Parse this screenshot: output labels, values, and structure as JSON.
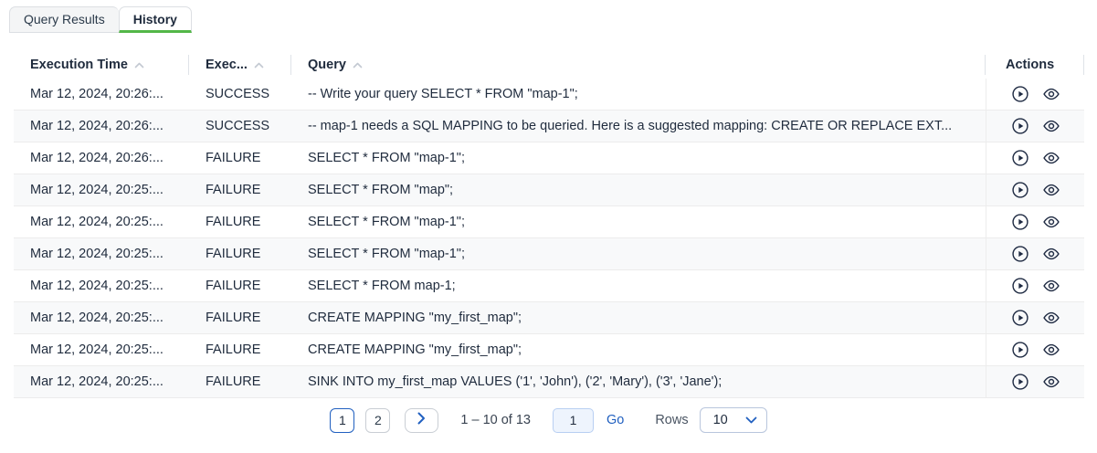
{
  "tabs": {
    "query_results": "Query Results",
    "history": "History"
  },
  "table": {
    "headers": {
      "execution_time": "Execution Time",
      "execution_status": "Exec...",
      "query": "Query",
      "actions": "Actions"
    },
    "rows": [
      {
        "time": "Mar 12, 2024, 20:26:...",
        "status": "SUCCESS",
        "query": "-- Write your query SELECT * FROM \"map-1\";"
      },
      {
        "time": "Mar 12, 2024, 20:26:...",
        "status": "SUCCESS",
        "query": "-- map-1 needs a SQL MAPPING to be queried. Here is a suggested mapping: CREATE OR REPLACE EXT..."
      },
      {
        "time": "Mar 12, 2024, 20:26:...",
        "status": "FAILURE",
        "query": "SELECT * FROM \"map-1\";"
      },
      {
        "time": "Mar 12, 2024, 20:25:...",
        "status": "FAILURE",
        "query": "SELECT * FROM \"map\";"
      },
      {
        "time": "Mar 12, 2024, 20:25:...",
        "status": "FAILURE",
        "query": "SELECT * FROM \"map-1\";"
      },
      {
        "time": "Mar 12, 2024, 20:25:...",
        "status": "FAILURE",
        "query": "SELECT * FROM \"map-1\";"
      },
      {
        "time": "Mar 12, 2024, 20:25:...",
        "status": "FAILURE",
        "query": "SELECT * FROM map-1;"
      },
      {
        "time": "Mar 12, 2024, 20:25:...",
        "status": "FAILURE",
        "query": "CREATE MAPPING \"my_first_map\";"
      },
      {
        "time": "Mar 12, 2024, 20:25:...",
        "status": "FAILURE",
        "query": "CREATE MAPPING \"my_first_map\";"
      },
      {
        "time": "Mar 12, 2024, 20:25:...",
        "status": "FAILURE",
        "query": "SINK INTO my_first_map VALUES ('1', 'John'), ('2', 'Mary'), ('3', 'Jane');"
      }
    ]
  },
  "pagination": {
    "page_1": "1",
    "page_2": "2",
    "range_text": "1 – 10 of 13",
    "page_input_value": "1",
    "go_label": "Go",
    "rows_label": "Rows",
    "rows_per_page": "10"
  },
  "colors": {
    "accent_green": "#53b748",
    "accent_blue": "#2160c0"
  }
}
